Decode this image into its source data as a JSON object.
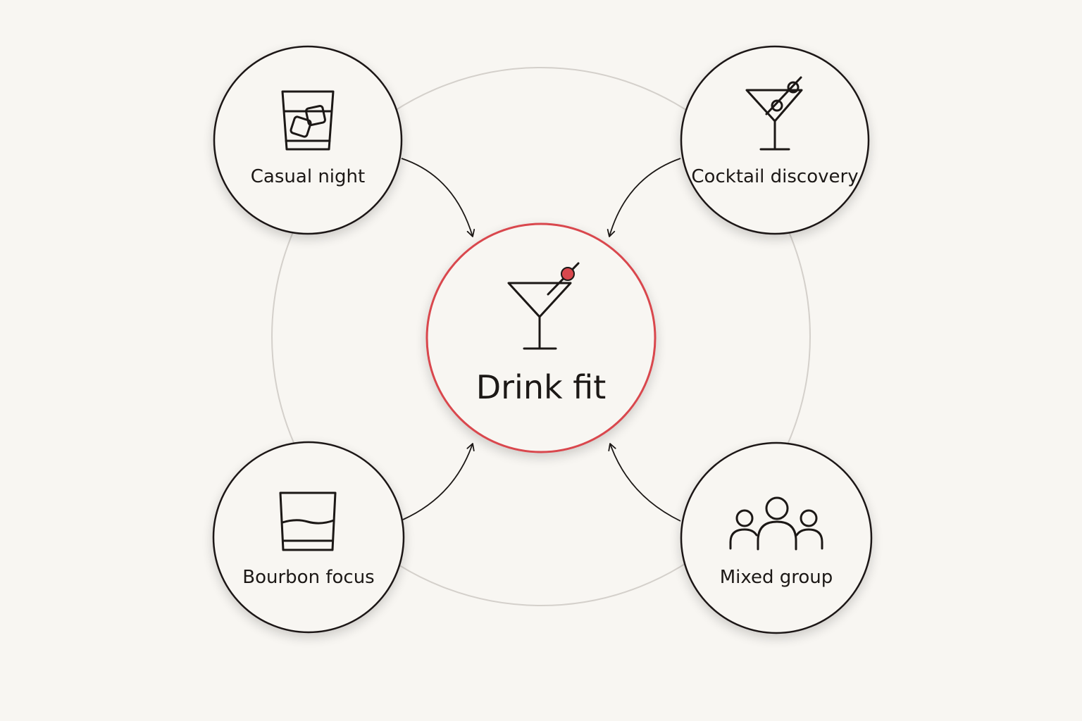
{
  "diagram": {
    "center": {
      "label": "Drink fit",
      "icon": "martini-with-cherry-icon",
      "accent_color": "#d9474d"
    },
    "nodes": [
      {
        "id": "casual",
        "label": "Casual night",
        "icon": "rocks-glass-with-ice-icon"
      },
      {
        "id": "cocktail",
        "label": "Cocktail discovery",
        "icon": "martini-with-olive-icon"
      },
      {
        "id": "bourbon",
        "label": "Bourbon focus",
        "icon": "rocks-glass-icon"
      },
      {
        "id": "group",
        "label": "Mixed group",
        "icon": "people-group-icon"
      }
    ],
    "colors": {
      "background": "#f8f6f2",
      "ink": "#1c1816",
      "ring": "#d4d0cb"
    }
  }
}
